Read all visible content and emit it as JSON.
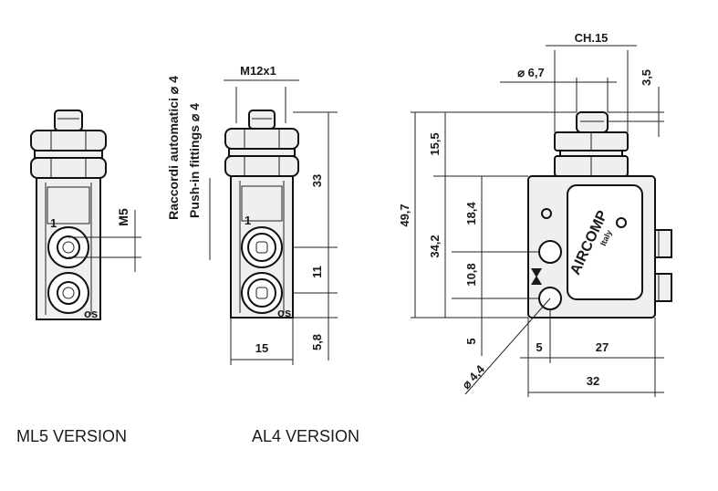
{
  "captions": {
    "ml5": "ML5 VERSION",
    "al4": "AL4 VERSION"
  },
  "ml5_view": {
    "port_label": "M5"
  },
  "al4_view": {
    "thread_label": "M12x1",
    "fittings_it": "Raccordi automatici ⌀ 4",
    "fittings_en": "Push-in fittings ⌀ 4",
    "dim_height": "33",
    "dim_pitch": "11",
    "dim_bottom": "5,8",
    "dim_width": "15"
  },
  "side_view": {
    "wrench": "CH.15",
    "stem_dia": "⌀ 6,7",
    "stem_top": "3,5",
    "total_height": "49,7",
    "stem_height": "15,5",
    "body_height": "34,2",
    "port_upper": "18,4",
    "port_pitch": "10,8",
    "port_low": "5",
    "port_x": "5",
    "body_len": "27",
    "total_len": "32",
    "hole_dia": "⌀ 4,4",
    "brand": "AIRCOMP",
    "brand_sub": "Italy"
  }
}
